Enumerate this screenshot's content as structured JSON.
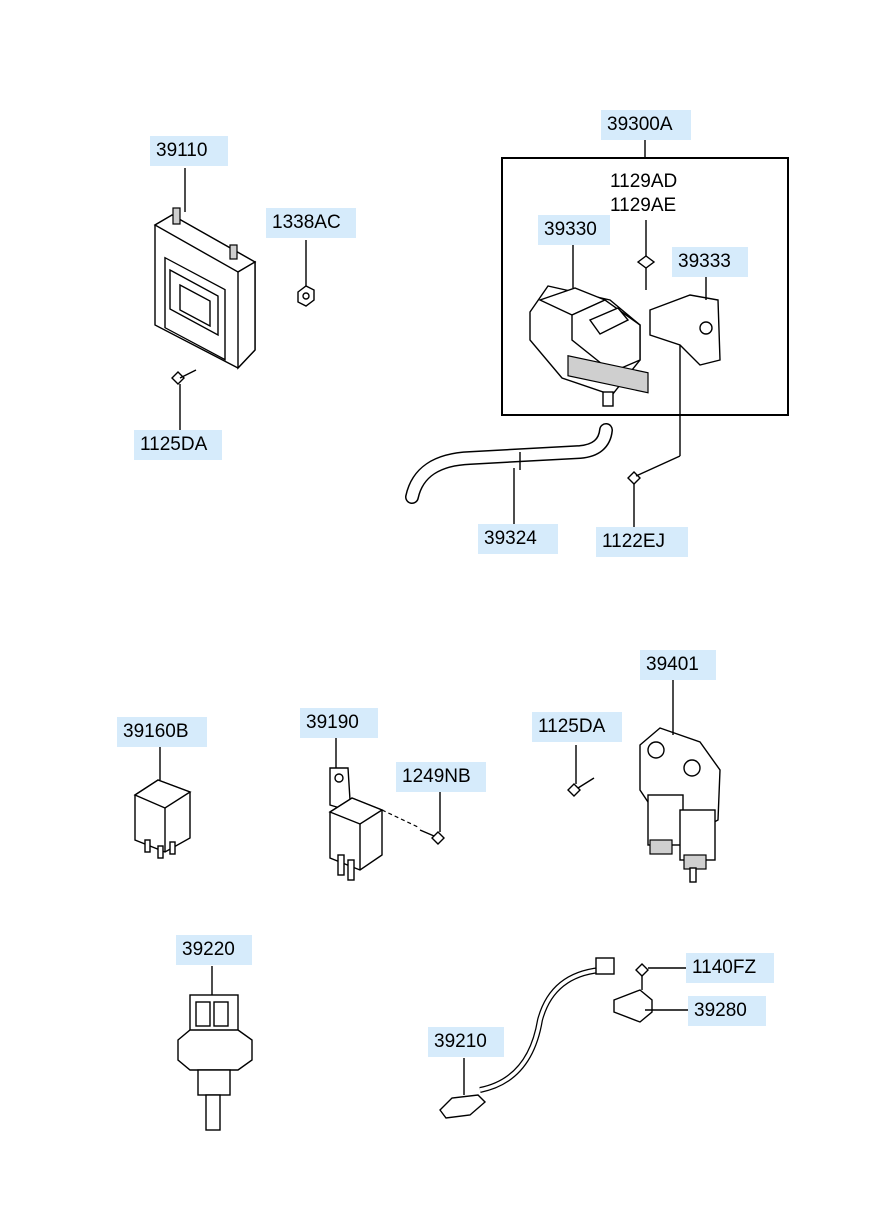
{
  "parts": [
    {
      "id": "ecu",
      "label": "39110"
    },
    {
      "id": "ecu-nut",
      "label": "1338AC"
    },
    {
      "id": "ecu-bolt",
      "label": "1125DA"
    },
    {
      "id": "map-sensor-assy",
      "label": "39300A"
    },
    {
      "id": "map-bolt",
      "label": "1129AD",
      "label2": "1129AE"
    },
    {
      "id": "map-sensor",
      "label": "39330"
    },
    {
      "id": "map-bracket",
      "label": "39333"
    },
    {
      "id": "vacuum-hose",
      "label": "39324"
    },
    {
      "id": "bracket-bolt",
      "label": "1122EJ"
    },
    {
      "id": "relay",
      "label": "39160B"
    },
    {
      "id": "relay-bracket",
      "label": "39190"
    },
    {
      "id": "relay-screw",
      "label": "1249NB"
    },
    {
      "id": "solenoid-bolt",
      "label": "1125DA"
    },
    {
      "id": "solenoid-valve",
      "label": "39401"
    },
    {
      "id": "temp-sensor",
      "label": "39220"
    },
    {
      "id": "clip-bolt",
      "label": "1140FZ"
    },
    {
      "id": "oxygen-sensor",
      "label": "39210"
    },
    {
      "id": "sensor-clip",
      "label": "39280"
    }
  ],
  "colors": {
    "label_bg": "#d6ebfb",
    "line": "#000000",
    "part_fill": "#ffffff"
  }
}
